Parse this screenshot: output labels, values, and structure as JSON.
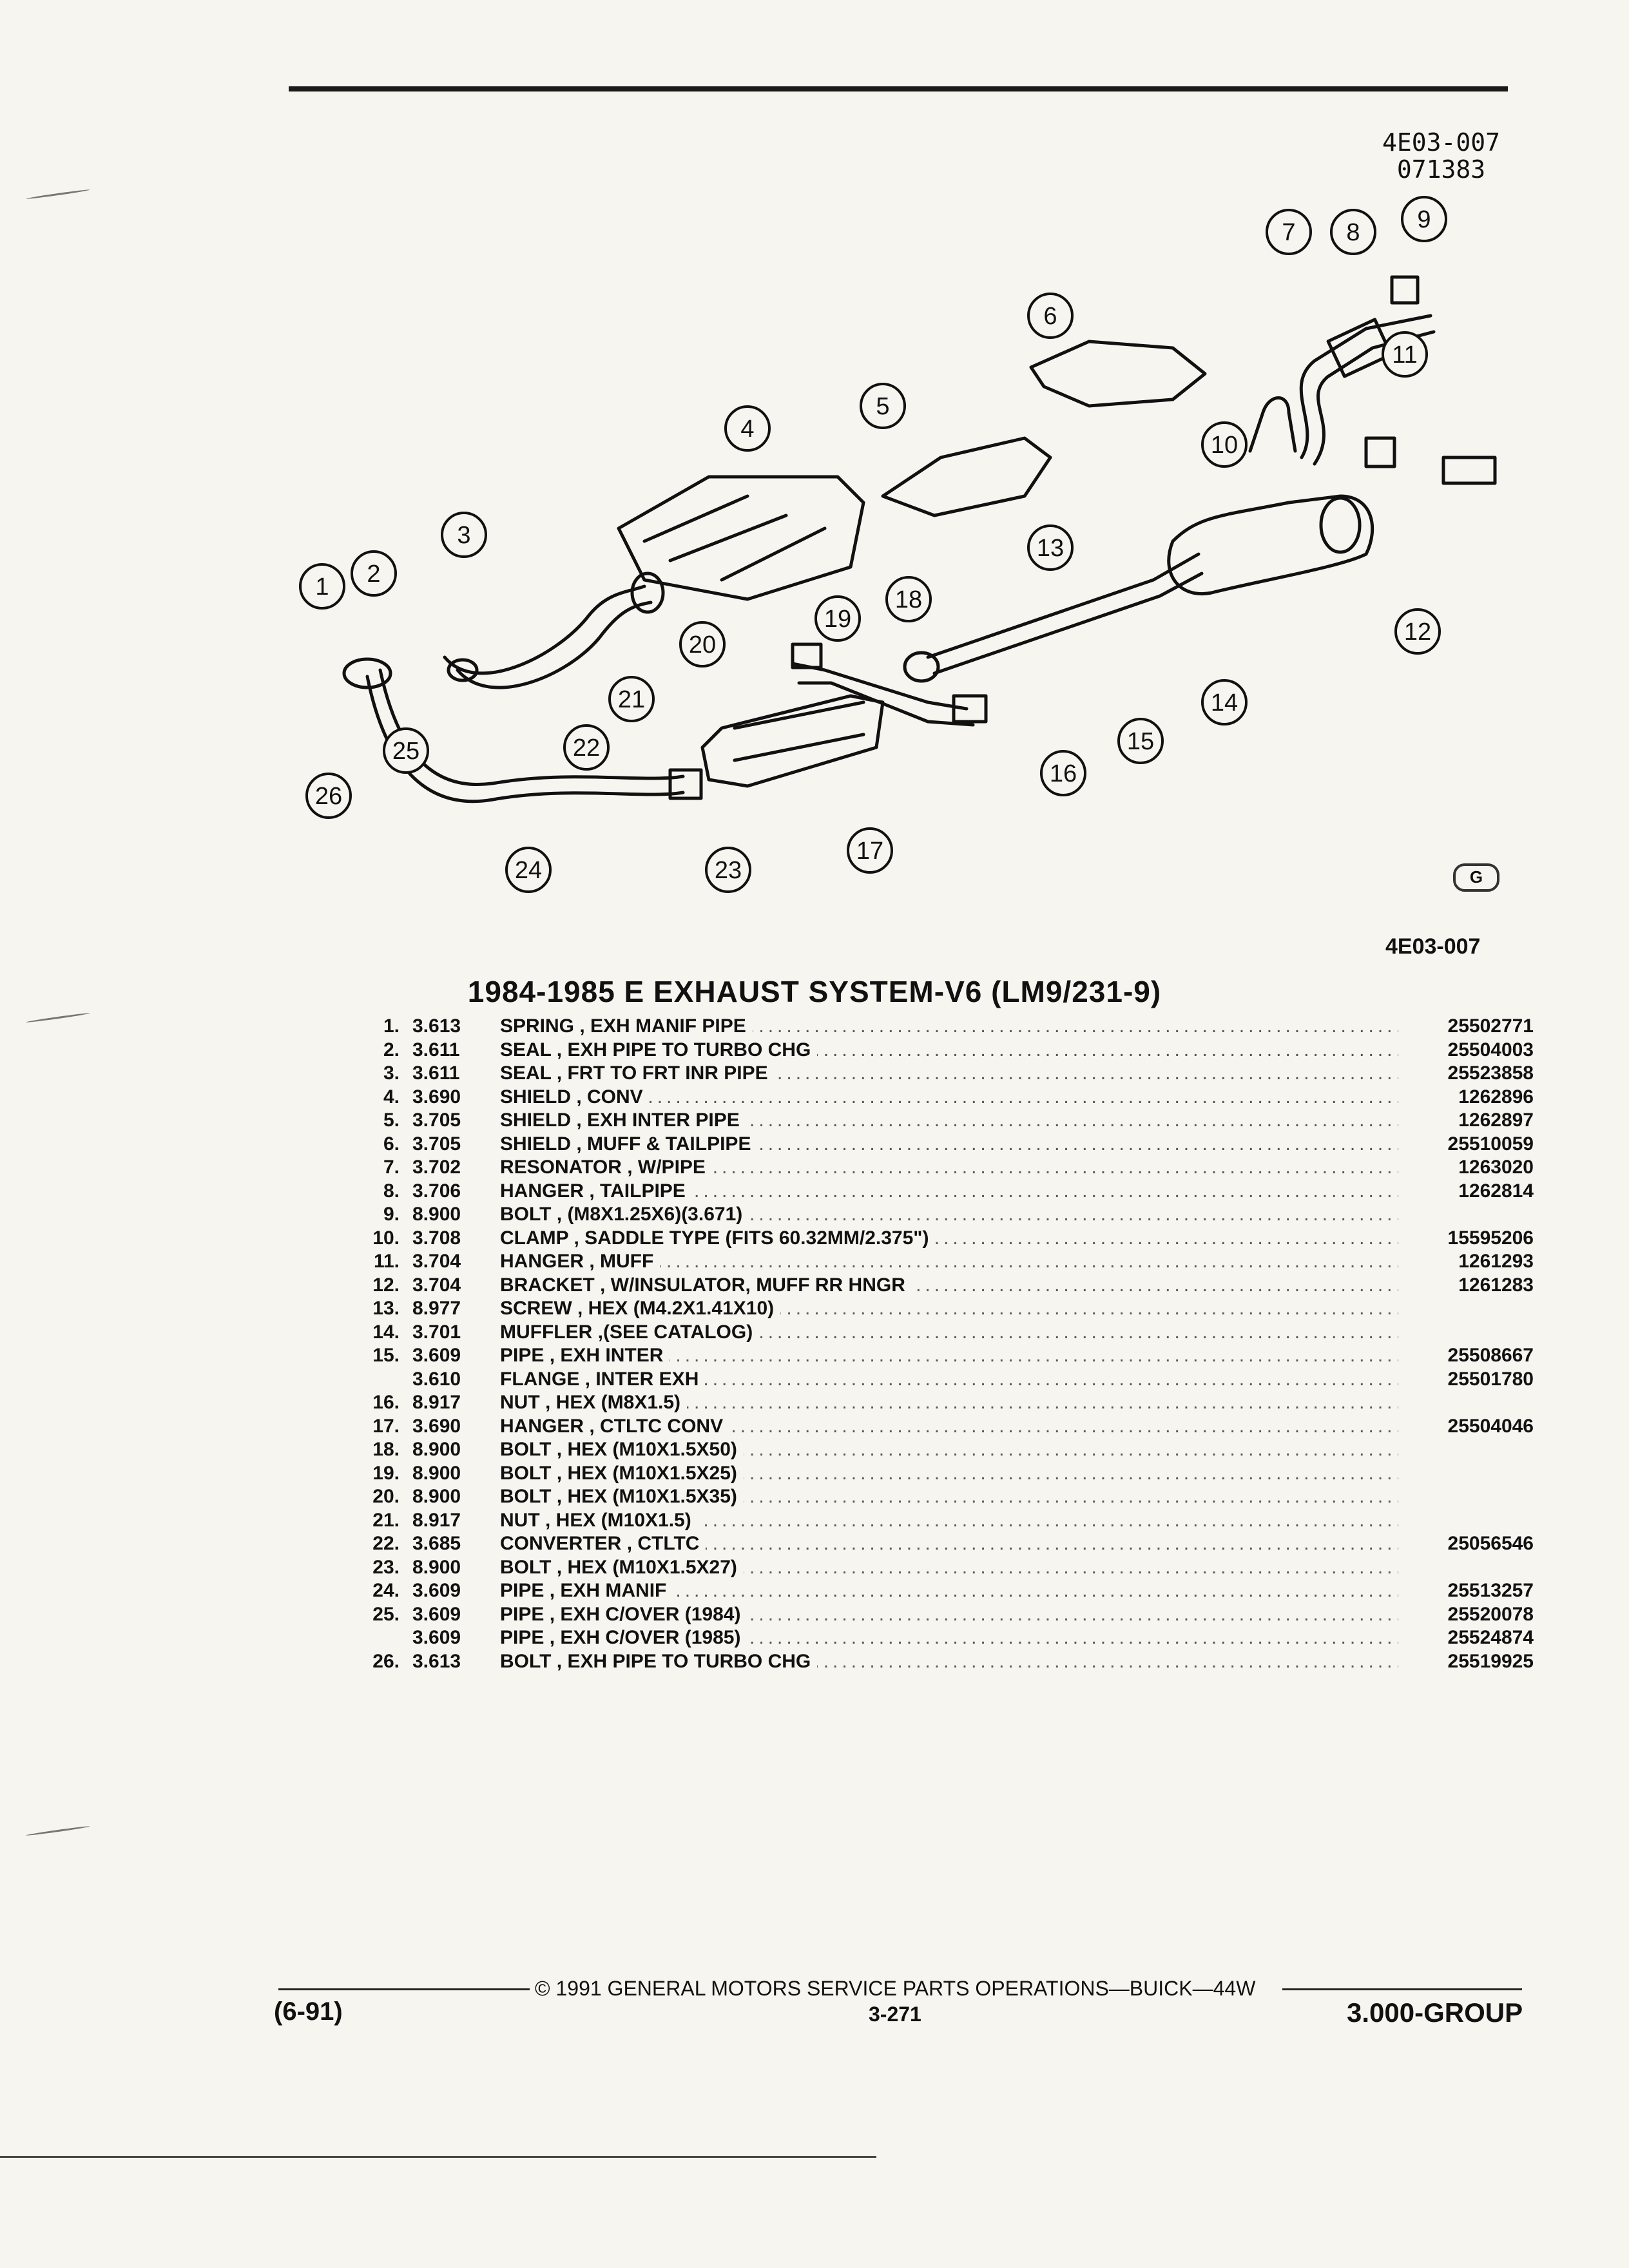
{
  "header": {
    "ref_code_line1": "4E03-007",
    "ref_code_line2": "071383"
  },
  "diagram": {
    "code": "4E03-007",
    "logo_letter": "G",
    "callouts": [
      "1",
      "2",
      "3",
      "4",
      "5",
      "6",
      "7",
      "8",
      "9",
      "10",
      "11",
      "12",
      "13",
      "14",
      "15",
      "16",
      "17",
      "18",
      "19",
      "20",
      "21",
      "22",
      "23",
      "24",
      "25",
      "26"
    ]
  },
  "parts": {
    "title": "1984-1985 E EXHAUST SYSTEM-V6 (LM9/231-9)",
    "rows": [
      {
        "num": "1.",
        "group": "3.613",
        "name": "SPRING",
        "desc": " , EXH MANIF PIPE",
        "pn": "25502771"
      },
      {
        "num": "2.",
        "group": "3.611",
        "name": "SEAL",
        "desc": " , EXH PIPE TO TURBO CHG",
        "pn": "25504003"
      },
      {
        "num": "3.",
        "group": "3.611",
        "name": "SEAL",
        "desc": " , FRT TO FRT INR PIPE",
        "pn": "25523858"
      },
      {
        "num": "4.",
        "group": "3.690",
        "name": "SHIELD",
        "desc": " , CONV",
        "pn": "1262896"
      },
      {
        "num": "5.",
        "group": "3.705",
        "name": "SHIELD",
        "desc": " , EXH INTER PIPE",
        "pn": "1262897"
      },
      {
        "num": "6.",
        "group": "3.705",
        "name": "SHIELD",
        "desc": " , MUFF & TAILPIPE",
        "pn": "25510059"
      },
      {
        "num": "7.",
        "group": "3.702",
        "name": "RESONATOR",
        "desc": " , W/PIPE",
        "pn": "1263020"
      },
      {
        "num": "8.",
        "group": "3.706",
        "name": "HANGER",
        "desc": " , TAILPIPE",
        "pn": "1262814"
      },
      {
        "num": "9.",
        "group": "8.900",
        "name": "BOLT",
        "desc": " , (M8X1.25X6)(3.671)",
        "pn": ""
      },
      {
        "num": "10.",
        "group": "3.708",
        "name": "CLAMP",
        "desc": " , SADDLE TYPE (FITS 60.32MM/2.375\")",
        "pn": "15595206"
      },
      {
        "num": "11.",
        "group": "3.704",
        "name": "HANGER",
        "desc": " , MUFF",
        "pn": "1261293"
      },
      {
        "num": "12.",
        "group": "3.704",
        "name": "BRACKET",
        "desc": " , W/INSULATOR, MUFF RR HNGR",
        "pn": "1261283"
      },
      {
        "num": "13.",
        "group": "8.977",
        "name": "SCREW",
        "desc": " , HEX (M4.2X1.41X10)",
        "pn": ""
      },
      {
        "num": "14.",
        "group": "3.701",
        "name": "MUFFLER",
        "desc": " ,(SEE CATALOG)",
        "pn": ""
      },
      {
        "num": "15.",
        "group": "3.609",
        "name": "PIPE",
        "desc": " , EXH INTER",
        "pn": "25508667"
      },
      {
        "num": "",
        "group": "3.610",
        "name": "FLANGE",
        "desc": " , INTER EXH",
        "pn": "25501780"
      },
      {
        "num": "16.",
        "group": "8.917",
        "name": "NUT",
        "desc": " , HEX (M8X1.5)",
        "pn": ""
      },
      {
        "num": "17.",
        "group": "3.690",
        "name": "HANGER",
        "desc": " , CTLTC CONV",
        "pn": "25504046"
      },
      {
        "num": "18.",
        "group": "8.900",
        "name": "BOLT",
        "desc": " , HEX (M10X1.5X50)",
        "pn": ""
      },
      {
        "num": "19.",
        "group": "8.900",
        "name": "BOLT",
        "desc": " , HEX (M10X1.5X25)",
        "pn": ""
      },
      {
        "num": "20.",
        "group": "8.900",
        "name": "BOLT",
        "desc": " , HEX (M10X1.5X35)",
        "pn": ""
      },
      {
        "num": "21.",
        "group": "8.917",
        "name": "NUT",
        "desc": " , HEX (M10X1.5)",
        "pn": ""
      },
      {
        "num": "22.",
        "group": "3.685",
        "name": "CONVERTER",
        "desc": " , CTLTC",
        "pn": "25056546"
      },
      {
        "num": "23.",
        "group": "8.900",
        "name": "BOLT",
        "desc": " , HEX (M10X1.5X27)",
        "pn": ""
      },
      {
        "num": "24.",
        "group": "3.609",
        "name": "PIPE",
        "desc": " , EXH MANIF",
        "pn": "25513257"
      },
      {
        "num": "25.",
        "group": "3.609",
        "name": "PIPE",
        "desc": " , EXH C/OVER (1984)",
        "pn": "25520078"
      },
      {
        "num": "",
        "group": "3.609",
        "name": "PIPE",
        "desc": " , EXH C/OVER (1985)",
        "pn": "25524874"
      },
      {
        "num": "26.",
        "group": "3.613",
        "name": "BOLT",
        "desc": " , EXH PIPE TO TURBO CHG",
        "pn": "25519925"
      }
    ]
  },
  "footer": {
    "copyright": "© 1991 GENERAL MOTORS SERVICE PARTS OPERATIONS—BUICK—44W",
    "page": "3-271",
    "date": "(6-91)",
    "group": "3.000-GROUP"
  }
}
